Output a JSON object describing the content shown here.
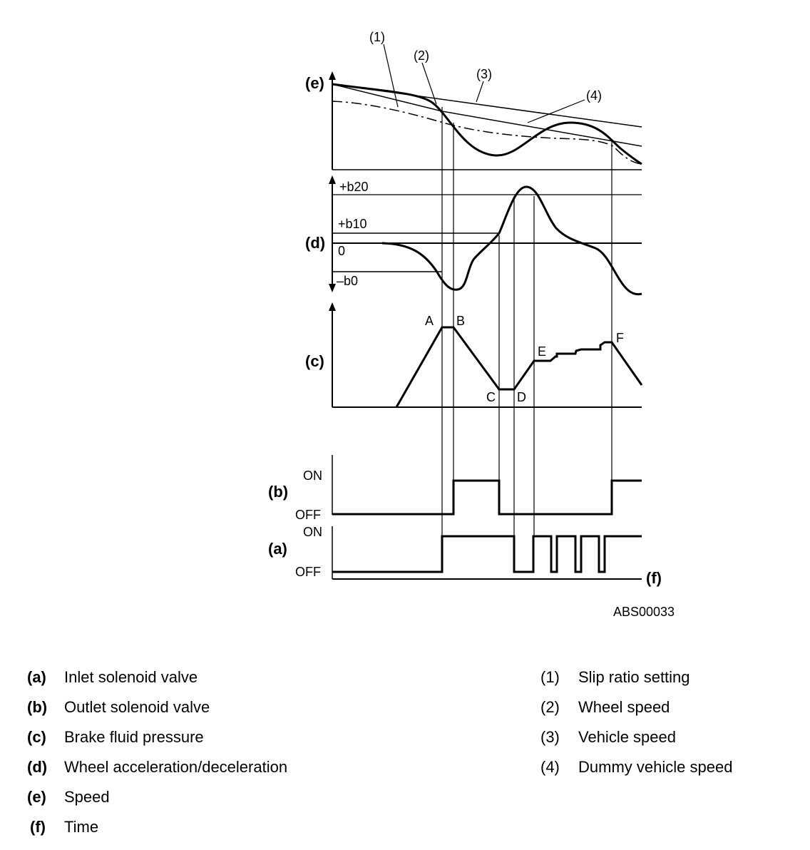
{
  "figure_id": "ABS00033",
  "axes": {
    "e": "(e)",
    "d": "(d)",
    "c": "(c)",
    "b": "(b)",
    "a": "(a)",
    "f": "(f)"
  },
  "curve_callouts": [
    "(1)",
    "(2)",
    "(3)",
    "(4)"
  ],
  "accel_levels": {
    "plus_b20": "+b20",
    "plus_b10": "+b10",
    "zero": "0",
    "minus_b0": "–b0"
  },
  "pressure_points": [
    "A",
    "B",
    "C",
    "D",
    "E",
    "F"
  ],
  "valve_states": {
    "on": "ON",
    "off": "OFF"
  },
  "legend_left": [
    {
      "key": "(a)",
      "text": "Inlet solenoid valve"
    },
    {
      "key": "(b)",
      "text": "Outlet solenoid valve"
    },
    {
      "key": "(c)",
      "text": "Brake fluid pressure"
    },
    {
      "key": "(d)",
      "text": "Wheel acceleration/deceleration"
    },
    {
      "key": "(e)",
      "text": "Speed"
    },
    {
      "key": "(f)",
      "text": "Time"
    }
  ],
  "legend_right": [
    {
      "key": "(1)",
      "text": "Slip ratio setting"
    },
    {
      "key": "(2)",
      "text": "Wheel speed"
    },
    {
      "key": "(3)",
      "text": "Vehicle speed"
    },
    {
      "key": "(4)",
      "text": "Dummy vehicle speed"
    }
  ]
}
